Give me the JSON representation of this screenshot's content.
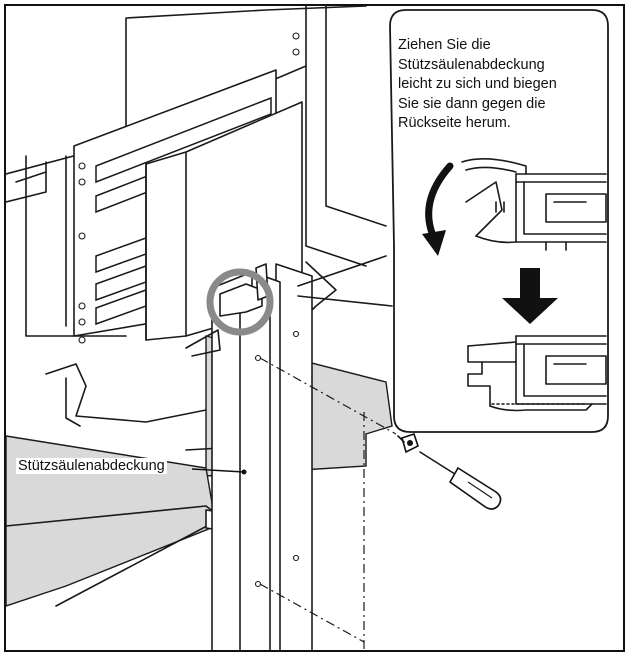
{
  "instruction_lines": [
    "Ziehen Sie die",
    "Stützsäulenabdeckung",
    "leicht zu sich und biegen",
    "Sie sie dann gegen die",
    "Rückseite herum."
  ],
  "part_label": "Stützsäulenabdeckung",
  "colors": {
    "line": "#1a1a1a",
    "shade": "#d9d9d9",
    "background": "#ffffff"
  },
  "icons": [
    "curved-arrow-icon",
    "down-arrow-icon",
    "screw-icon",
    "screwdriver-icon"
  ]
}
